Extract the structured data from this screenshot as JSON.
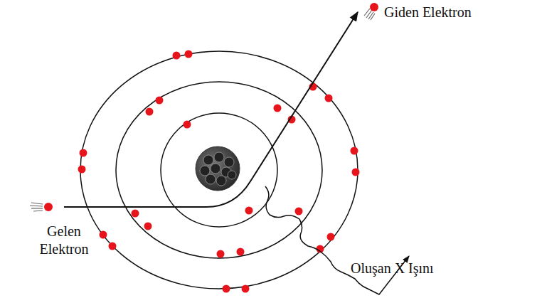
{
  "diagram": {
    "labels": [
      "Giden Elektron",
      "Gelen Elektron",
      "Oluşan X Işını"
    ]
  }
}
